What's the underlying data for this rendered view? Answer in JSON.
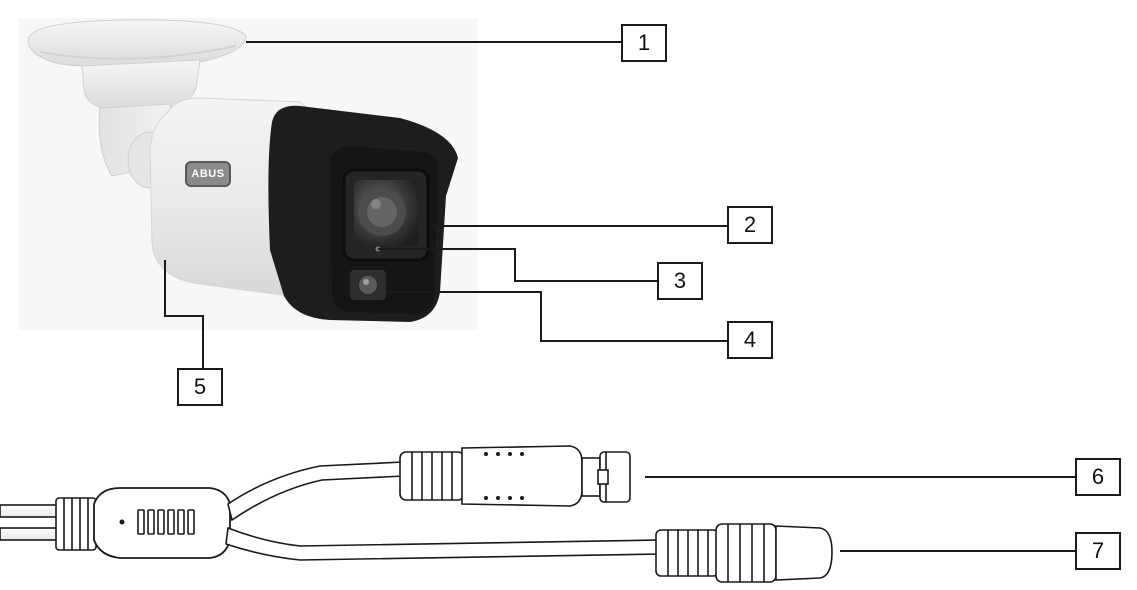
{
  "diagram": {
    "brand_logo": "ABUS",
    "callouts": [
      {
        "id": "1",
        "label": "1",
        "target": "wall-mount-bracket"
      },
      {
        "id": "2",
        "label": "2",
        "target": "lens"
      },
      {
        "id": "3",
        "label": "3",
        "target": "light-sensor"
      },
      {
        "id": "4",
        "label": "4",
        "target": "ir-led"
      },
      {
        "id": "5",
        "label": "5",
        "target": "camera-housing"
      },
      {
        "id": "6",
        "label": "6",
        "target": "bnc-video-connector"
      },
      {
        "id": "7",
        "label": "7",
        "target": "dc-power-connector"
      }
    ]
  }
}
